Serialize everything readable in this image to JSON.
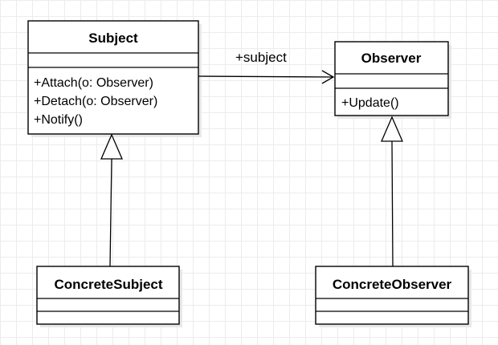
{
  "classes": {
    "subject": {
      "name": "Subject",
      "methods": [
        "+Attach(o: Observer)",
        "+Detach(o: Observer)",
        "+Notify()"
      ]
    },
    "observer": {
      "name": "Observer",
      "methods": [
        "+Update()"
      ]
    },
    "concrete_subject": {
      "name": "ConcreteSubject",
      "methods": []
    },
    "concrete_observer": {
      "name": "ConcreteObserver",
      "methods": []
    }
  },
  "edges": {
    "association_label": "+subject"
  }
}
